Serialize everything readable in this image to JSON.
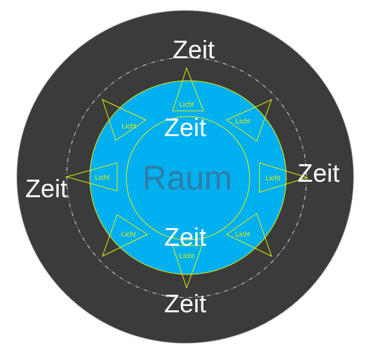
{
  "colors": {
    "outer_ring": "#3b3b3b",
    "inner_disc": "#00b0f0",
    "accent": "#e8f000",
    "raum_text": "#2e7ea6",
    "dash_ring": "#d9d9d9"
  },
  "labels": {
    "raum": "Raum",
    "zeit": [
      "Zeit",
      "Zeit",
      "Zeit",
      "Zeit",
      "Zeit",
      "Zeit"
    ],
    "licht": [
      "Licht",
      "Licht",
      "Licht",
      "Licht",
      "Licht",
      "Licht",
      "Licht",
      "Licht"
    ]
  }
}
